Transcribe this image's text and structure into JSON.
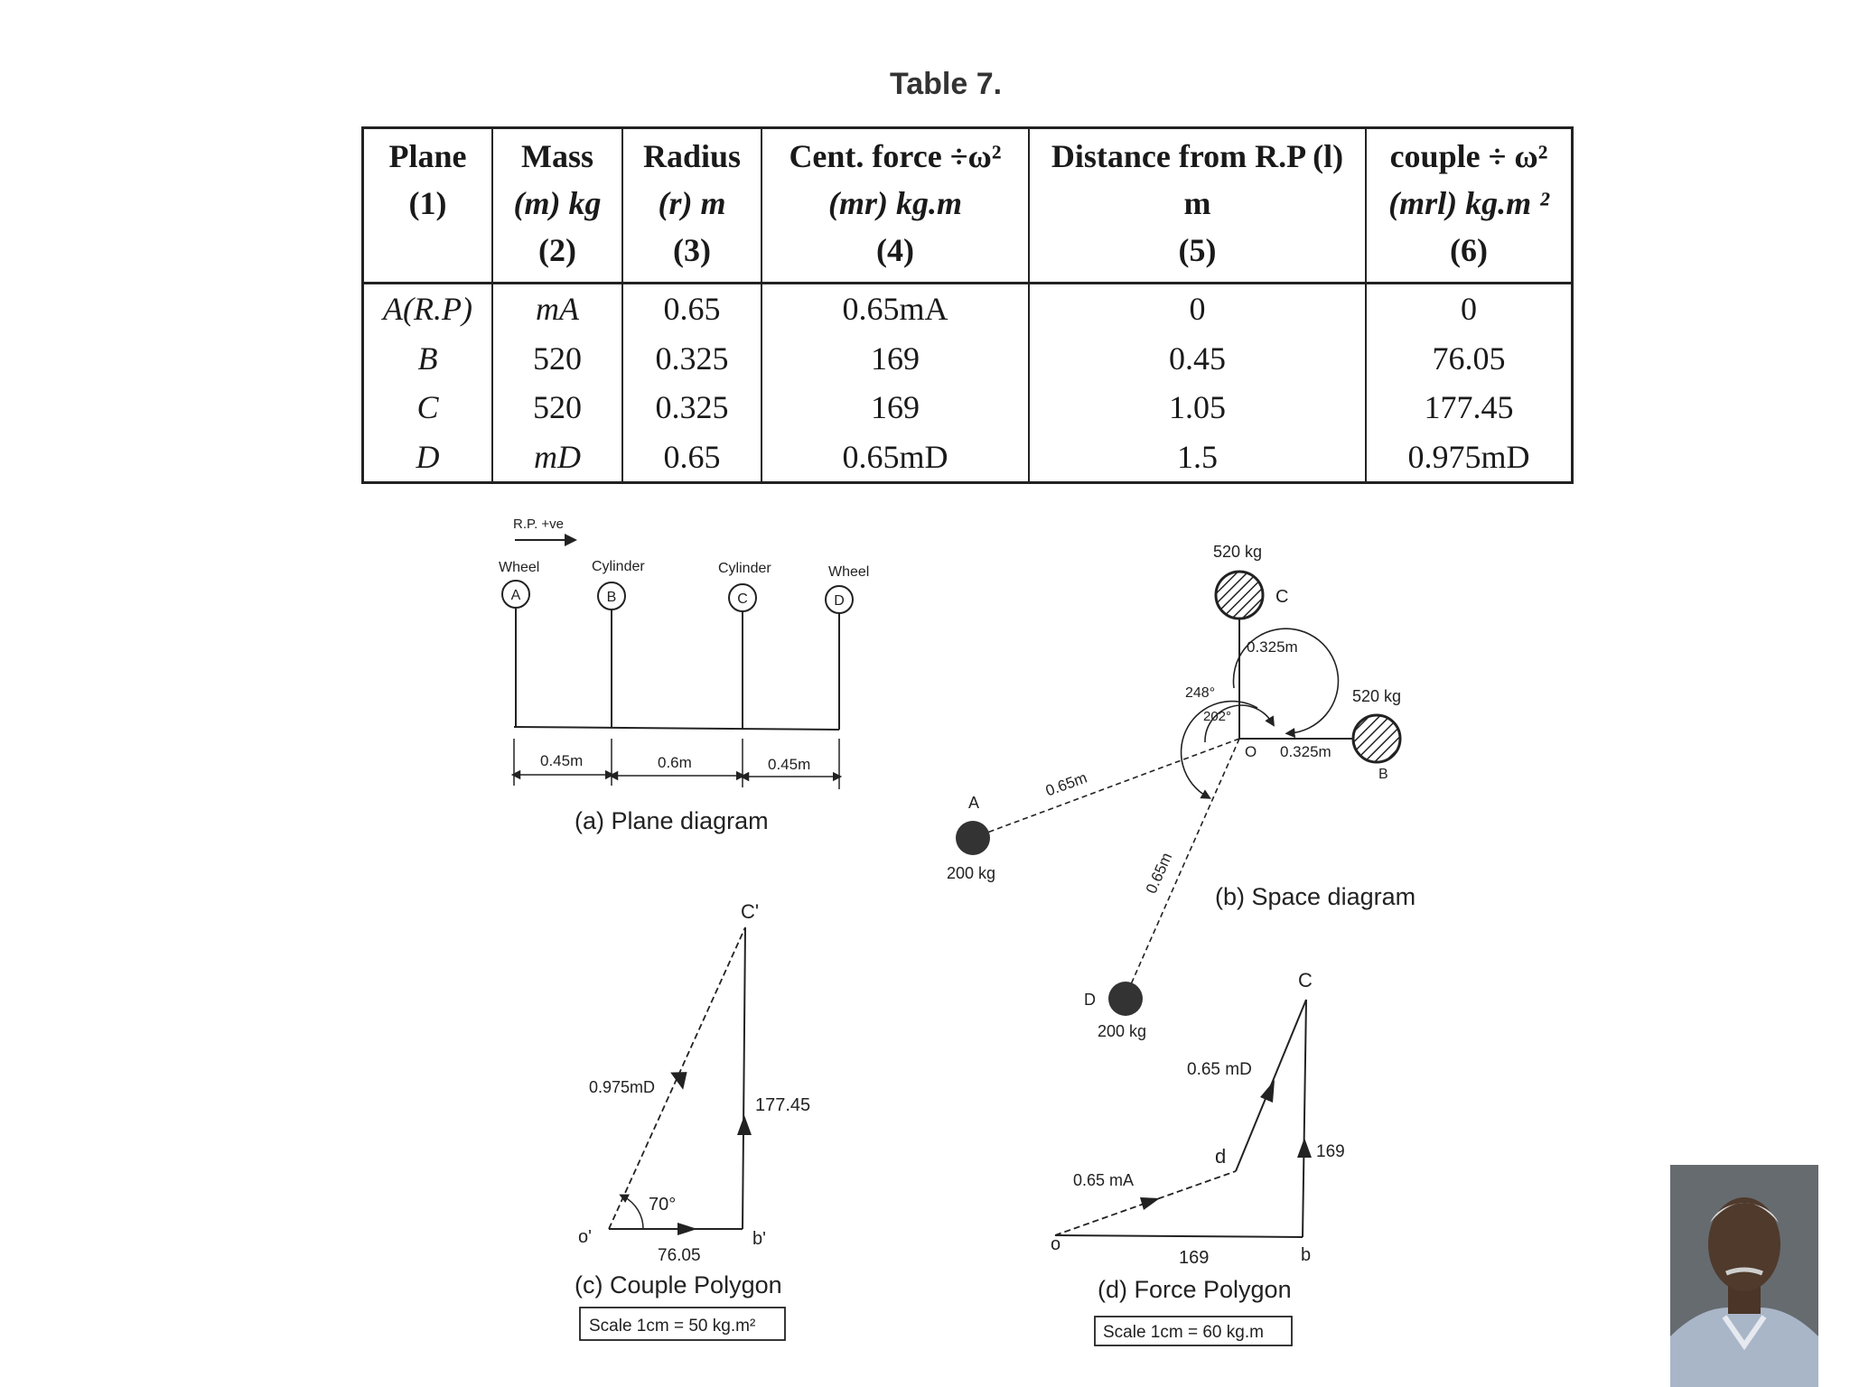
{
  "table": {
    "title": "Table 7.",
    "headers": [
      {
        "l1": "Plane",
        "l2": "",
        "l3": "(1)"
      },
      {
        "l1": "Mass",
        "l2": "(m) kg",
        "l3": "(2)"
      },
      {
        "l1": "Radius",
        "l2": "(r) m",
        "l3": "(3)"
      },
      {
        "l1": "Cent. force ÷ω²",
        "l2": "(mr) kg.m",
        "l3": "(4)"
      },
      {
        "l1": "Distance from R.P (l)",
        "l2": "m",
        "l3": "(5)"
      },
      {
        "l1": "couple ÷ ω²",
        "l2": "(mrl) kg.m ²",
        "l3": "(6)"
      }
    ],
    "rows": [
      [
        "A(R.P)",
        "mA",
        "0.65",
        "0.65mA",
        "0",
        "0"
      ],
      [
        "B",
        "520",
        "0.325",
        "169",
        "0.45",
        "76.05"
      ],
      [
        "C",
        "520",
        "0.325",
        "169",
        "1.05",
        "177.45"
      ],
      [
        "D",
        "mD",
        "0.65",
        "0.65mD",
        "1.5",
        "0.975mD"
      ]
    ]
  },
  "plane_diagram": {
    "rp_label": "R.P. +ve",
    "labels": [
      "Wheel",
      "Cylinder",
      "Cylinder",
      "Wheel"
    ],
    "letters": [
      "A",
      "B",
      "C",
      "D"
    ],
    "distances": [
      "0.45m",
      "0.6m",
      "0.45m"
    ],
    "caption": "(a) Plane diagram"
  },
  "space_diagram": {
    "mass_c": "520 kg",
    "letter_c": "C",
    "radius_c": "0.325m",
    "angle_248": "248°",
    "angle_202": "202°",
    "origin": "O",
    "mass_b": "520 kg",
    "radius_b": "0.325m",
    "letter_b": "B",
    "letter_a": "A",
    "radius_a": "0.65m",
    "mass_a": "200 kg",
    "radius_d": "0.65m",
    "letter_d": "D",
    "mass_d": "200 kg",
    "caption": "(b) Space diagram"
  },
  "couple_polygon": {
    "c_label": "C'",
    "o_label": "o'",
    "b_label": "b'",
    "side_oc": "0.975mD",
    "side_bc": "177.45",
    "side_ob": "76.05",
    "angle": "70°",
    "caption": "(c) Couple Polygon",
    "scale": "Scale 1cm = 50 kg.m²"
  },
  "force_polygon": {
    "c_label": "C",
    "d_label": "d",
    "o_label": "o",
    "b_label": "b",
    "side_dc": "0.65 mD",
    "side_od": "0.65 mA",
    "side_bc": "169",
    "side_ob": "169",
    "caption": "(d) Force Polygon",
    "scale": "Scale 1cm = 60 kg.m"
  }
}
